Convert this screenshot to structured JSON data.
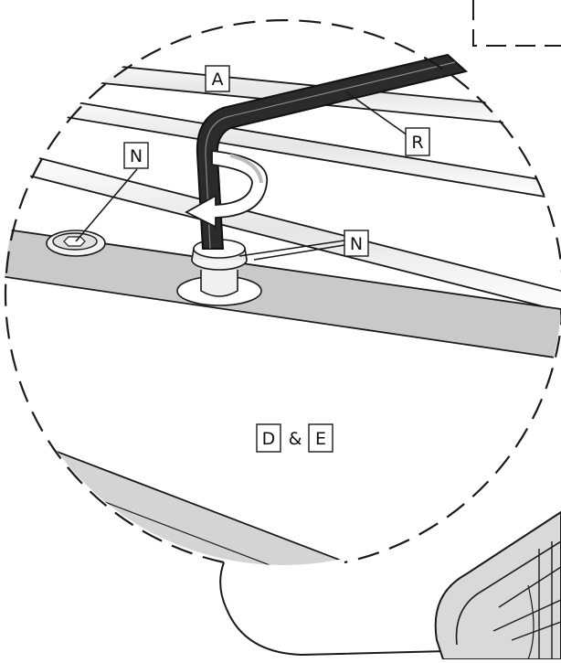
{
  "diagram": {
    "callouts": {
      "rod": "A",
      "hex_key": "R",
      "screw_left": "N",
      "screw_right": "N",
      "rail_d": "D",
      "ampersand": "&",
      "rail_e": "E"
    },
    "colors": {
      "line": "#1a1a1a",
      "rail_fill": "#c8c8c8",
      "hex_key_fill": "#2b2b2b",
      "background": "#ffffff"
    },
    "icons": {
      "rotation_arrow": "counterclockwise-arrow-icon",
      "screw_head": "hex-socket-screw-icon"
    }
  }
}
